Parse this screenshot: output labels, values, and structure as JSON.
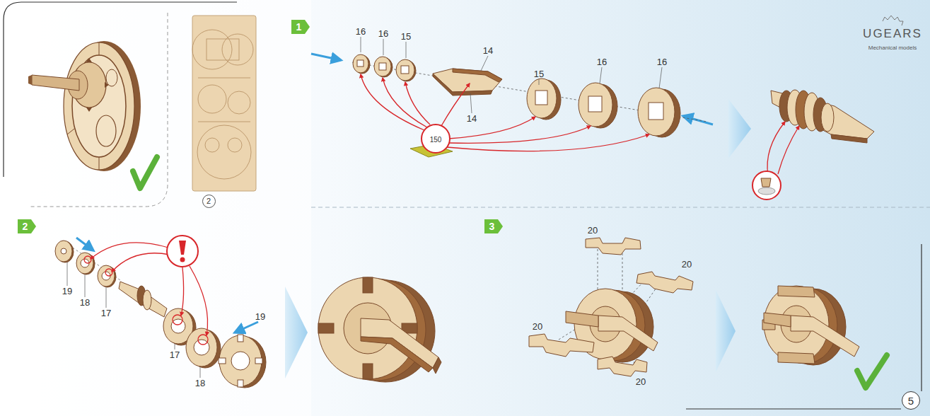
{
  "diagram": {
    "nodes": [
      {
        "text": [
          "2"
        ]
      },
      {
        "text": [
          "1"
        ]
      },
      {
        "text": [
          "2"
        ]
      },
      {
        "text": [
          "3"
        ]
      },
      {
        "text": [
          "5"
        ]
      }
    ],
    "labels": [
      "UGEARS",
      "Mechanical models",
      "16",
      "16",
      "15",
      "14",
      "14",
      "15",
      "16",
      "16",
      "150",
      "19",
      "18",
      "17",
      "17",
      "18",
      "19",
      "20",
      "20",
      "20",
      "20"
    ]
  }
}
